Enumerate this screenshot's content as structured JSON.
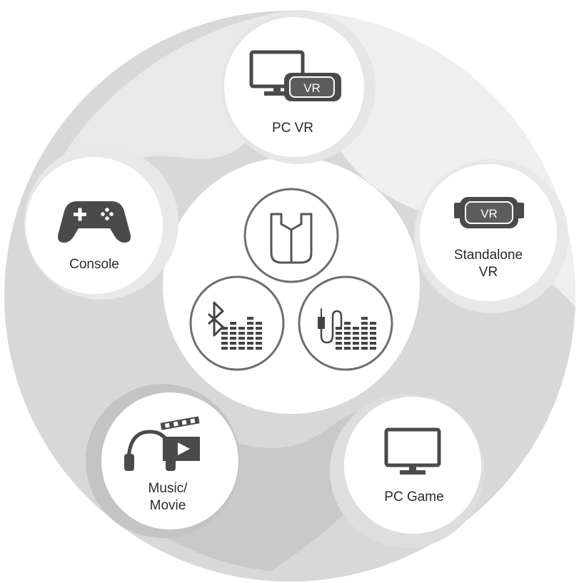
{
  "categories": [
    {
      "id": "pc-vr",
      "label_lines": [
        "PC VR"
      ],
      "icon": "monitor-with-vr-headset-icon"
    },
    {
      "id": "standalone-vr",
      "label_lines": [
        "Standalone",
        "VR"
      ],
      "icon": "vr-headset-icon"
    },
    {
      "id": "pc-game",
      "label_lines": [
        "PC Game"
      ],
      "icon": "monitor-icon"
    },
    {
      "id": "music-movie",
      "label_lines": [
        "Music/",
        "Movie"
      ],
      "icon": "headphones-and-clapperboard-icon"
    },
    {
      "id": "console",
      "label_lines": [
        "Console"
      ],
      "icon": "gamepad-icon"
    }
  ],
  "vr_badge_text": "VR",
  "hub": {
    "icons": [
      "headset-ear-cushion-icon",
      "bluetooth-audio-icon",
      "wired-audio-jack-icon"
    ]
  },
  "colors": {
    "outer_ring": "#d6d6d6",
    "light_band": "#eeeeee",
    "mid_band": "#d4d4d4",
    "dark_band": "#c7c7c7",
    "circle_fill": "#ffffff",
    "icon": "#4a4a4a",
    "hub_stroke": "#6e6e6e"
  }
}
